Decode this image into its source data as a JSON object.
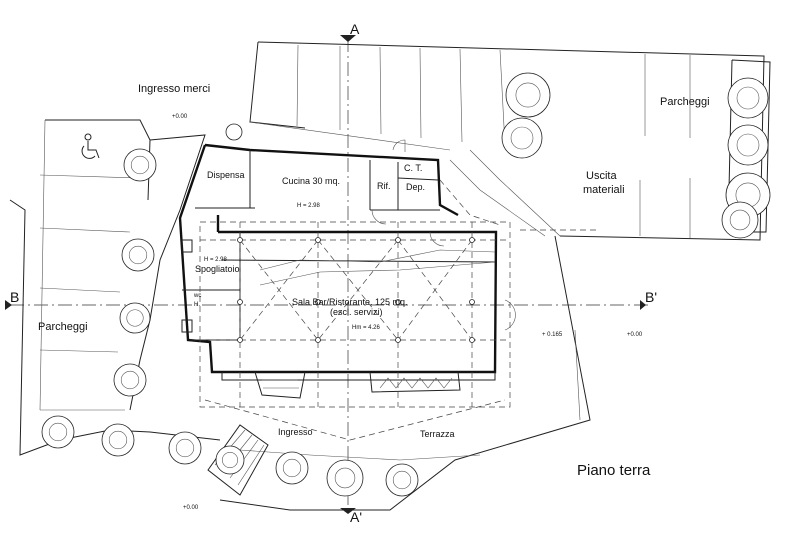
{
  "labels": {
    "ingresso_merci": "Ingresso merci",
    "parcheggi_top": "Parcheggi",
    "parcheggi_left": "Parcheggi",
    "uscita": "Uscita",
    "materiali": "materiali",
    "dispensa": "Dispensa",
    "cucina": "Cucina   30 mq.",
    "rif": "Rif.",
    "ct": "C. T.",
    "dep": "Dep.",
    "h_cucina": "H = 2.98",
    "h_spogliatoio": "H = 2.98",
    "spogliatoio": "Spogliatoio",
    "wc": "wc",
    "h_wc": "H.",
    "sala": "Sala Bar/Ristorante. 125 mq.",
    "escl": "(escl. servizi)",
    "hm": "Hm = 4.26",
    "ingresso": "Ingresso",
    "terrazza": "Terrazza",
    "piano_terra": "Piano terra"
  },
  "levels": {
    "top": "+0.00",
    "right_a": "+ 0.165",
    "right_b": "+0.00",
    "bottom": "+0.00"
  },
  "section_marks": {
    "a_top": "A",
    "a_bottom": "A'",
    "b_left": "B",
    "b_right": "B'"
  },
  "icons": [
    "accessible-parking-icon",
    "tree-icon"
  ]
}
